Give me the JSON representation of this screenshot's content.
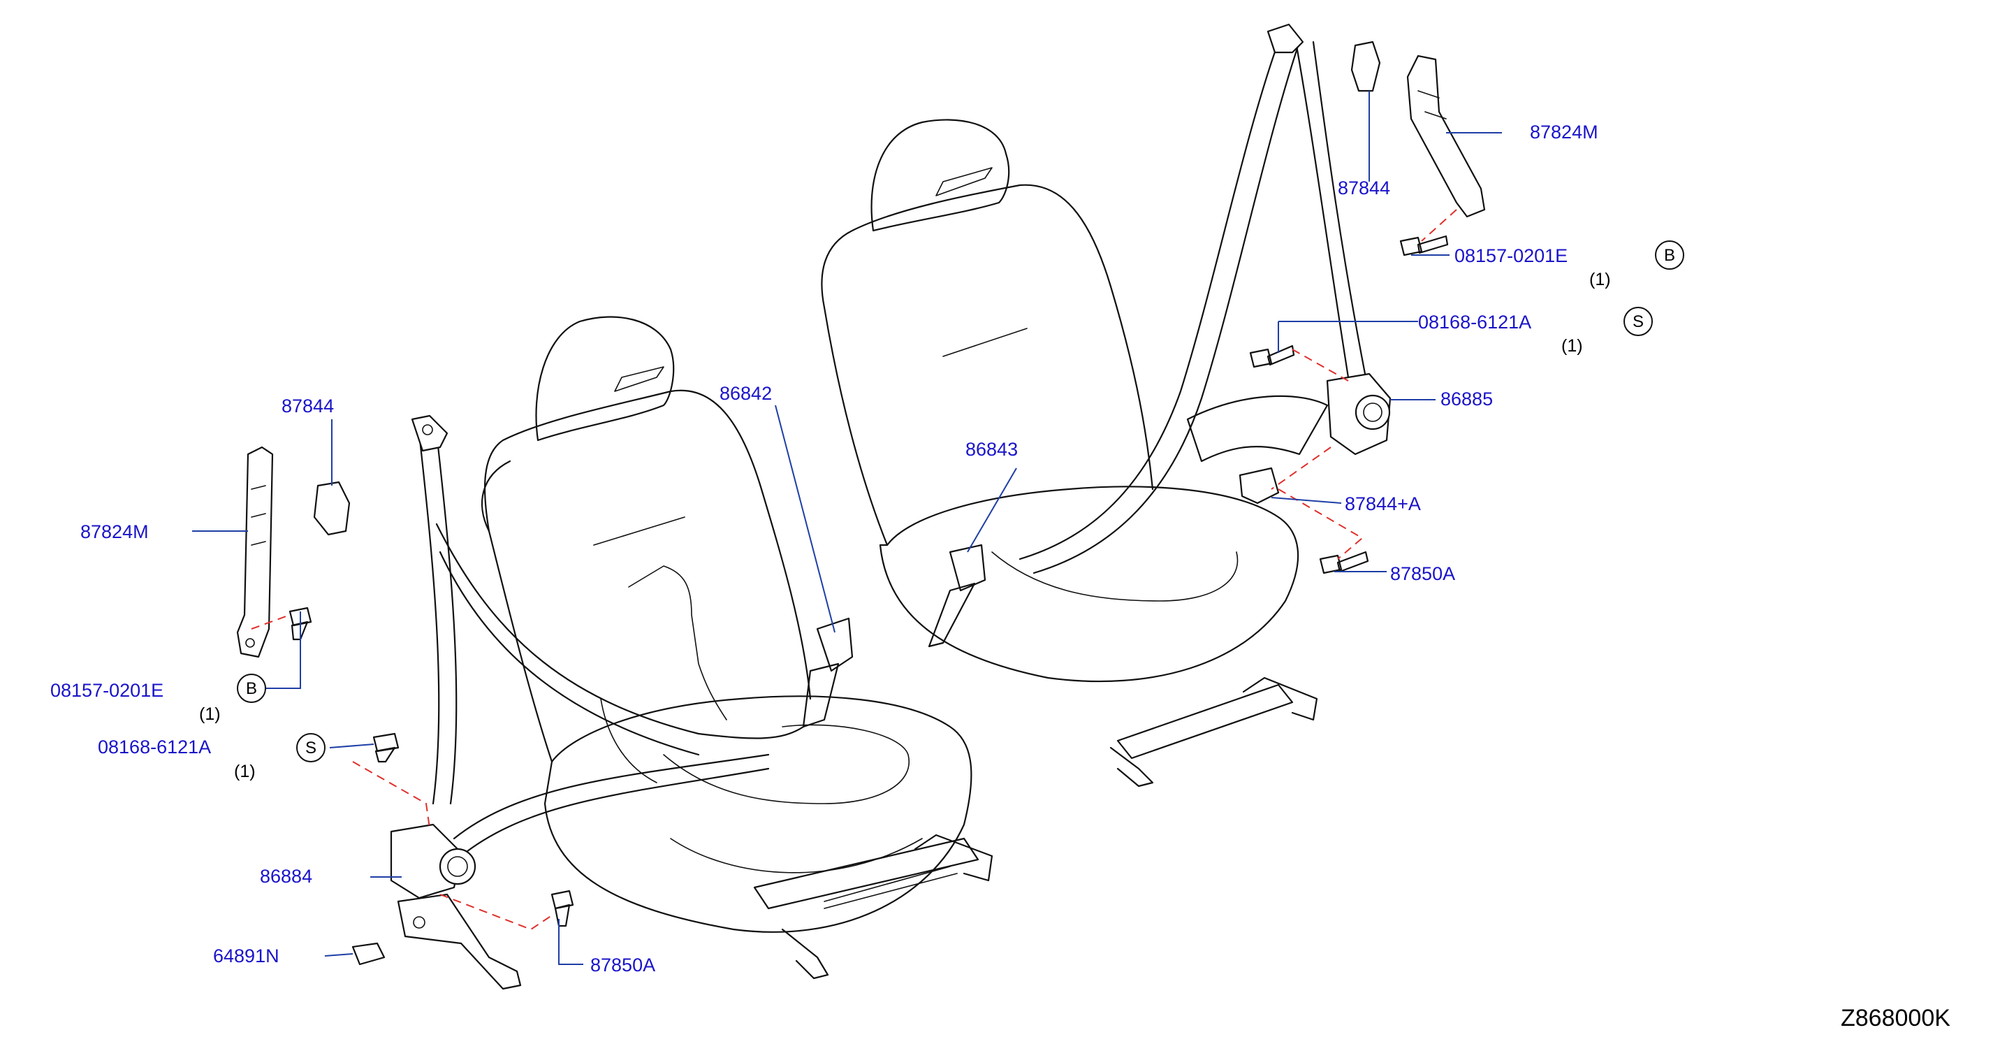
{
  "diagram": {
    "drawing_code": "Z868000K",
    "labels": {
      "l_87844": "87844",
      "l_87824m": "87824M",
      "l_08157": "08157-0201E",
      "l_08157_qty": "(1)",
      "l_08168": "08168-6121A",
      "l_08168_qty": "(1)",
      "l_86842": "86842",
      "l_86843": "86843",
      "l_86884": "86884",
      "l_64891n": "64891N",
      "l_87850a": "87850A",
      "r_87844": "87844",
      "r_87824m": "87824M",
      "r_08157": "08157-0201E",
      "r_08157_qty": "(1)",
      "r_08168": "08168-6121A",
      "r_08168_qty": "(1)",
      "r_86885": "86885",
      "r_87844a": "87844+A",
      "r_87850a": "87850A"
    },
    "markers": {
      "b_left": "B",
      "s_left": "S",
      "b_right": "B",
      "s_right": "S"
    }
  }
}
